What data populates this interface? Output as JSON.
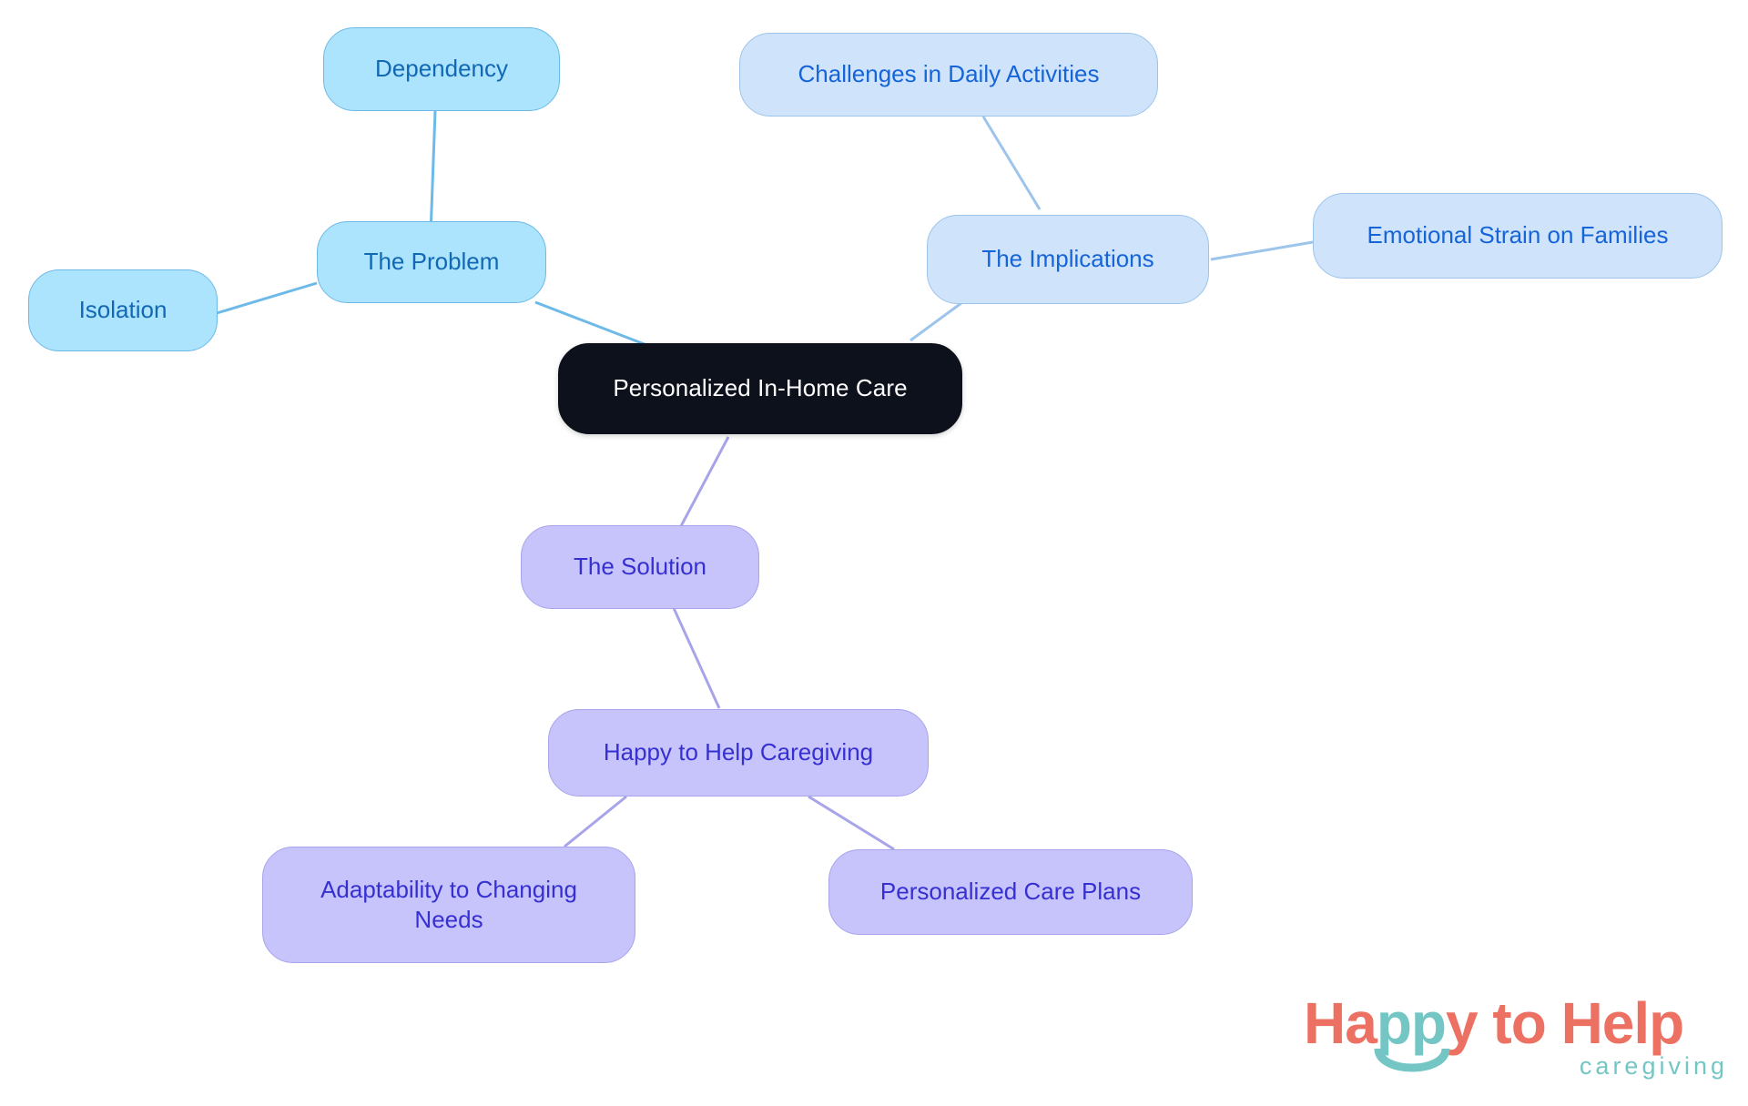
{
  "diagram": {
    "type": "mindmap",
    "title": "Personalized In-Home Care",
    "background": "#ffffff",
    "colors": {
      "root_fill": "#0d111b",
      "root_text": "#ffffff",
      "blue_fill": "#ace3fd",
      "blue_border": "#6db9e8",
      "blue_text": "#1268b3",
      "paleblue_fill": "#cfe3fb",
      "paleblue_border": "#9dc4ea",
      "paleblue_text": "#1565d8",
      "purple_fill": "#c6c4fb",
      "purple_border": "#a7a4ea",
      "purple_text": "#3630d1",
      "edge_blue": "#6db9e8",
      "edge_paleblue": "#9dc4ea",
      "edge_purple": "#a7a4ea",
      "logo_coral": "#ec7162",
      "logo_teal": "#74c6c4"
    },
    "nodes": {
      "root": {
        "label": "Personalized In-Home Care"
      },
      "problem": {
        "label": "The Problem"
      },
      "isolation": {
        "label": "Isolation"
      },
      "dependency": {
        "label": "Dependency"
      },
      "implications": {
        "label": "The Implications"
      },
      "challenges": {
        "label": "Challenges in Daily Activities"
      },
      "emotional": {
        "label": "Emotional Strain on Families"
      },
      "solution": {
        "label": "The Solution"
      },
      "happy": {
        "label": "Happy to Help Caregiving"
      },
      "adaptability": {
        "label": "Adaptability to Changing\nNeeds"
      },
      "careplans": {
        "label": "Personalized Care Plans"
      }
    },
    "edges": [
      {
        "from": "root",
        "to": "problem"
      },
      {
        "from": "problem",
        "to": "isolation"
      },
      {
        "from": "problem",
        "to": "dependency"
      },
      {
        "from": "root",
        "to": "implications"
      },
      {
        "from": "implications",
        "to": "challenges"
      },
      {
        "from": "implications",
        "to": "emotional"
      },
      {
        "from": "root",
        "to": "solution"
      },
      {
        "from": "solution",
        "to": "happy"
      },
      {
        "from": "happy",
        "to": "adaptability"
      },
      {
        "from": "happy",
        "to": "careplans"
      }
    ]
  },
  "logo": {
    "word_part1": "Ha",
    "word_part2": "pp",
    "word_part3": "y to Help",
    "subtitle": "caregiving"
  }
}
